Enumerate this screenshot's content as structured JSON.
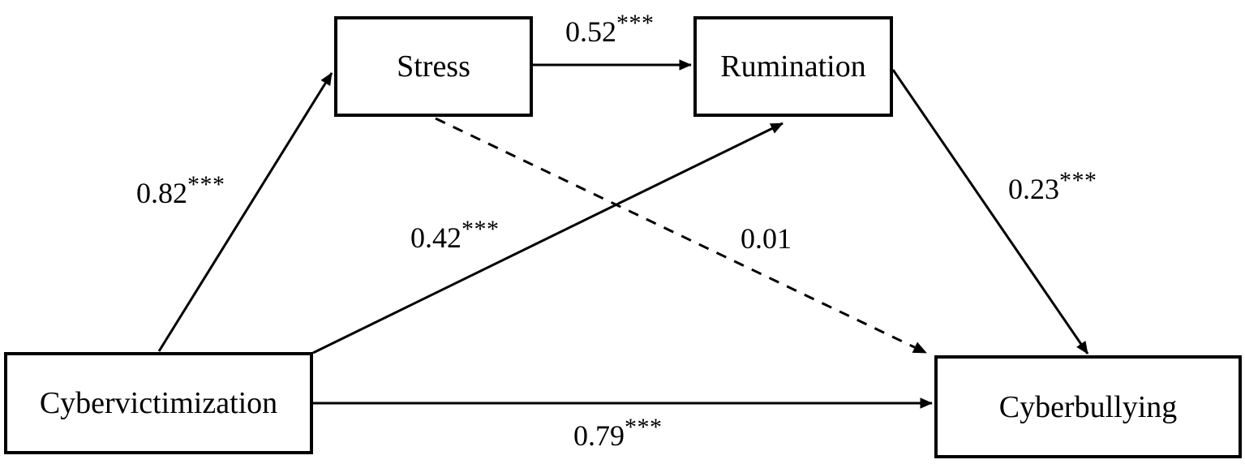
{
  "diagram": {
    "type": "path-model",
    "nodes": [
      {
        "id": "cybervictimization",
        "label": "Cybervictimization"
      },
      {
        "id": "stress",
        "label": "Stress"
      },
      {
        "id": "rumination",
        "label": "Rumination"
      },
      {
        "id": "cyberbullying",
        "label": "Cyberbullying"
      }
    ],
    "paths": [
      {
        "id": "cybervictimization-to-stress",
        "from": "Cybervictimization",
        "to": "Stress",
        "coefficient": "0.82",
        "significance": "***",
        "style": "solid"
      },
      {
        "id": "cybervictimization-to-rumination",
        "from": "Cybervictimization",
        "to": "Rumination",
        "coefficient": "0.42",
        "significance": "***",
        "style": "solid"
      },
      {
        "id": "stress-to-rumination",
        "from": "Stress",
        "to": "Rumination",
        "coefficient": "0.52",
        "significance": "***",
        "style": "solid"
      },
      {
        "id": "stress-to-cyberbullying",
        "from": "Stress",
        "to": "Cyberbullying",
        "coefficient": "0.01",
        "significance": "",
        "style": "dashed"
      },
      {
        "id": "rumination-to-cyberbullying",
        "from": "Rumination",
        "to": "Cyberbullying",
        "coefficient": "0.23",
        "significance": "***",
        "style": "solid"
      },
      {
        "id": "cybervictimization-to-cyberbullying",
        "from": "Cybervictimization",
        "to": "Cyberbullying",
        "coefficient": "0.79",
        "significance": "***",
        "style": "solid"
      }
    ],
    "colors": {
      "stroke": "#000000",
      "background": "#ffffff",
      "text": "#000000"
    }
  }
}
